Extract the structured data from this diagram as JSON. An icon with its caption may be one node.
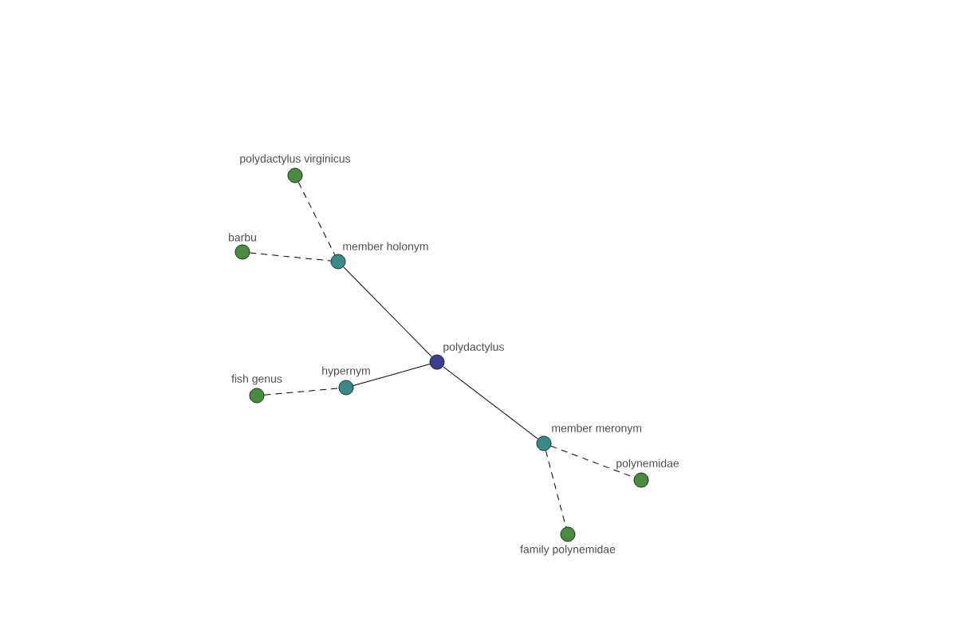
{
  "diagram": {
    "nodes": [
      {
        "text": [
          "polydactylus virginicus"
        ]
      },
      {
        "text": [
          "barbu"
        ]
      },
      {
        "text": [
          "member holonym"
        ]
      },
      {
        "text": [
          "polydactylus"
        ]
      },
      {
        "text": [
          "fish genus"
        ]
      },
      {
        "text": [
          "hypernym"
        ]
      },
      {
        "text": [
          "member meronym"
        ]
      },
      {
        "text": [
          "polynemidae"
        ]
      },
      {
        "text": [
          "family polynemidae"
        ]
      }
    ],
    "edges": [
      {
        "from": 0,
        "to": 2,
        "arrow": "none",
        "style": "dashed"
      },
      {
        "from": 1,
        "to": 2,
        "arrow": "none",
        "style": "dashed"
      },
      {
        "from": 2,
        "to": 3,
        "arrow": "none"
      },
      {
        "from": 5,
        "to": 3,
        "arrow": "none"
      },
      {
        "from": 4,
        "to": 5,
        "arrow": "none",
        "style": "dashed"
      },
      {
        "from": 3,
        "to": 6,
        "arrow": "none"
      },
      {
        "from": 6,
        "to": 7,
        "arrow": "none",
        "style": "dashed"
      },
      {
        "from": 6,
        "to": 8,
        "arrow": "none",
        "style": "dashed"
      }
    ]
  }
}
